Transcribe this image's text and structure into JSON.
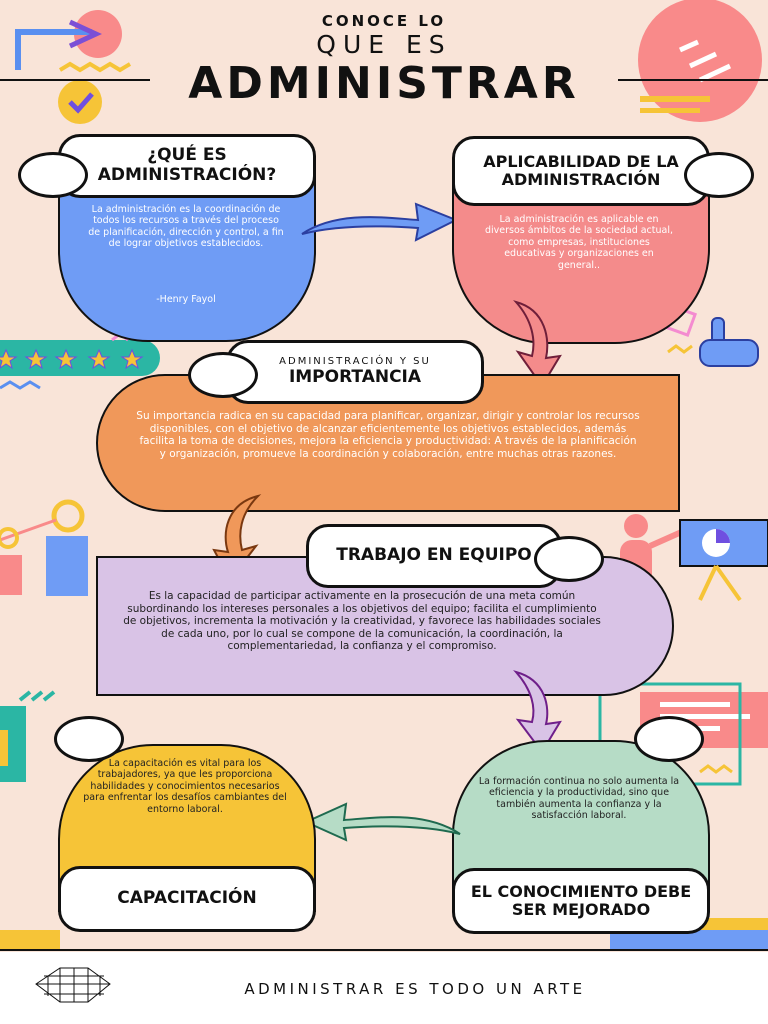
{
  "header": {
    "line1": "CONOCE LO",
    "line2": "QUE ES",
    "line3": "ADMINISTRAR"
  },
  "sections": {
    "que_es": {
      "title": "¿QUÉ ES ADMINISTRACIÓN?",
      "body": "La administración es la coordinación de todos los recursos a través del proceso de planificación, dirección y control, a fin de lograr objetivos establecidos.",
      "author": "-Henry Fayol"
    },
    "aplicabilidad": {
      "title": "APLICABILIDAD DE LA ADMINISTRACIÓN",
      "body": "La administración es aplicable en diversos ámbitos de la sociedad actual, como empresas, instituciones educativas y organizaciones en general.."
    },
    "importancia": {
      "subtitle": "ADMINISTRACIÓN Y SU",
      "title": "IMPORTANCIA",
      "body": "Su importancia radica en su capacidad para planificar, organizar, dirigir y controlar los recursos disponibles, con el objetivo de alcanzar eficientemente los objetivos establecidos, además facilita la toma de decisiones,  mejora la eficiencia y productividad: A través de la planificación y organización, promueve la coordinación y colaboración, entre muchas otras razones."
    },
    "trabajo": {
      "title": "TRABAJO EN EQUIPO",
      "body": "Es la capacidad de participar activamente en la prosecución de una meta común subordinando los intereses personales a los objetivos del equipo; facilita el cumplimiento de objetivos, incrementa la motivación y la creatividad, y favorece las habilidades sociales de cada uno, por lo cual se compone de la comunicación, la coordinación, la complementariedad, la confianza y el compromiso."
    },
    "conocimiento": {
      "title": "EL CONOCIMIENTO DEBE SER MEJORADO",
      "body": "La formación continua no solo aumenta la eficiencia y la productividad, sino que también aumenta la confianza y la satisfacción laboral."
    },
    "capacitacion": {
      "title": "CAPACITACIÓN",
      "body": "La capacitación es vital para los trabajadores, ya que les proporciona habilidades y conocimientos necesarios para enfrentar los desafíos cambiantes del entorno laboral."
    }
  },
  "footer": {
    "text": "ADMINISTRAR ES TODO UN ARTE"
  },
  "colors": {
    "background": "#f9e4d8",
    "blue": "#6f9cf5",
    "pink": "#f48b8b",
    "orange": "#f0985a",
    "lavender": "#d9c3e6",
    "mint": "#b6dcc6",
    "yellow": "#f6c437"
  }
}
